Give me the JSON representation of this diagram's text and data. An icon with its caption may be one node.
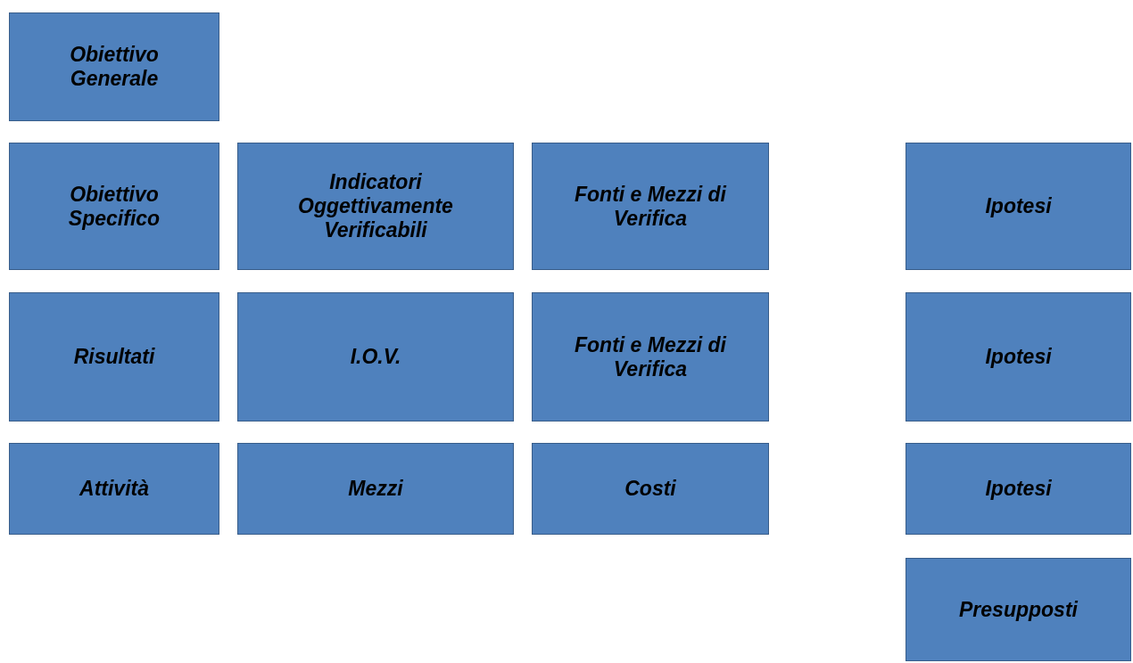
{
  "diagram": {
    "nodes": [
      {
        "text": [
          "Obiettivo Generale"
        ]
      },
      {
        "text": [
          "Obiettivo Specifico"
        ]
      },
      {
        "text": [
          "Indicatori Oggettivamente Verificabili"
        ]
      },
      {
        "text": [
          "Fonti e Mezzi di Verifica"
        ]
      },
      {
        "text": [
          "Ipotesi"
        ]
      },
      {
        "text": [
          "Risultati"
        ]
      },
      {
        "text": [
          "I.O.V."
        ]
      },
      {
        "text": [
          "Fonti e Mezzi di Verifica"
        ]
      },
      {
        "text": [
          "Ipotesi"
        ]
      },
      {
        "text": [
          "Attività"
        ]
      },
      {
        "text": [
          "Mezzi"
        ]
      },
      {
        "text": [
          "Costi"
        ]
      },
      {
        "text": [
          "Ipotesi"
        ]
      },
      {
        "text": [
          "Presupposti"
        ]
      }
    ]
  }
}
